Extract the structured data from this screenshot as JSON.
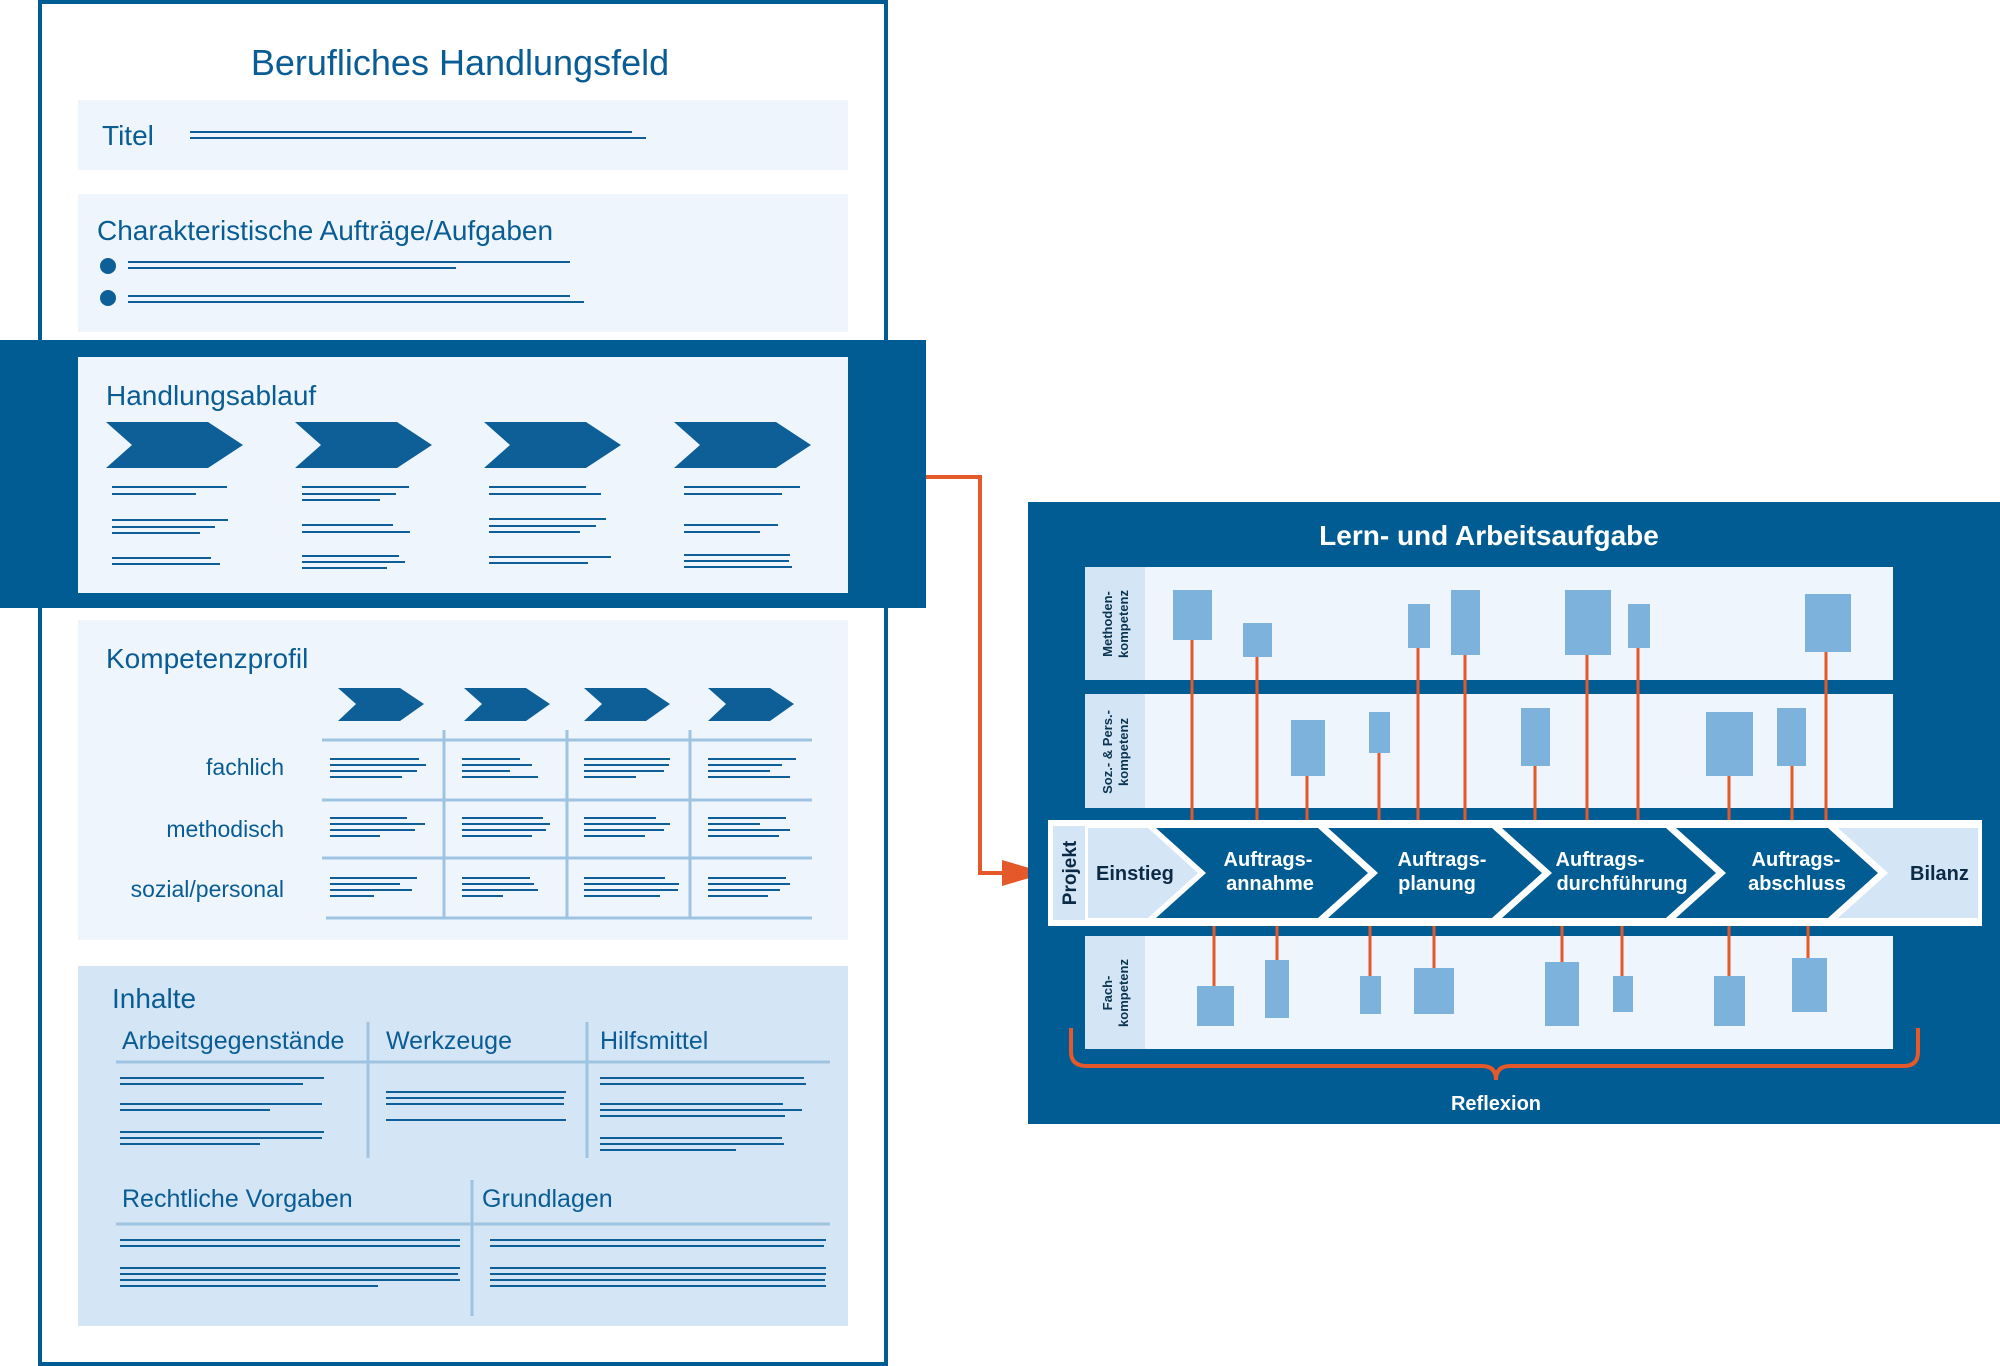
{
  "left_panel": {
    "title": "Berufliches Handlungsfeld",
    "titel_label": "Titel",
    "auftraege_label": "Charakteristische Aufträge/Aufgaben",
    "handlungsablauf_label": "Handlungsablauf",
    "kompetenzprofil": {
      "label": "Kompetenzprofil",
      "rows": [
        "fachlich",
        "methodisch",
        "sozial/personal"
      ]
    },
    "inhalte": {
      "label": "Inhalte",
      "columns_top": [
        "Arbeitsgegenstände",
        "Werkzeuge",
        "Hilfsmittel"
      ],
      "columns_bottom": [
        "Rechtliche Vorgaben",
        "Grundlagen"
      ]
    }
  },
  "right_panel": {
    "title": "Lern- und Arbeitsaufgabe",
    "rows": {
      "methoden": [
        "Methoden-",
        "kompetenz"
      ],
      "sozial": [
        "Soz.- & Pers.-",
        "kompetenz"
      ],
      "fach": [
        "Fach-",
        "kompetenz"
      ]
    },
    "projekt_label": "Projekt",
    "start_label": "Einstieg",
    "steps": [
      [
        "Auftrags-",
        "annahme"
      ],
      [
        "Auftrags-",
        "planung"
      ],
      [
        "Auftrags-",
        "durchführung"
      ],
      [
        "Auftrags-",
        "abschluss"
      ]
    ],
    "end_label": "Bilanz",
    "reflexion_label": "Reflexion"
  },
  "colors": {
    "dark_blue": "#005c92",
    "text_blue": "#0a5d94",
    "pale_blue": "#eef5fc",
    "mid_pale": "#d4e5f6",
    "box_blue": "#7cb2dc",
    "orange": "#e4582a",
    "line_blue": "#0e5f97",
    "grid_blue": "#9fc4e2"
  }
}
